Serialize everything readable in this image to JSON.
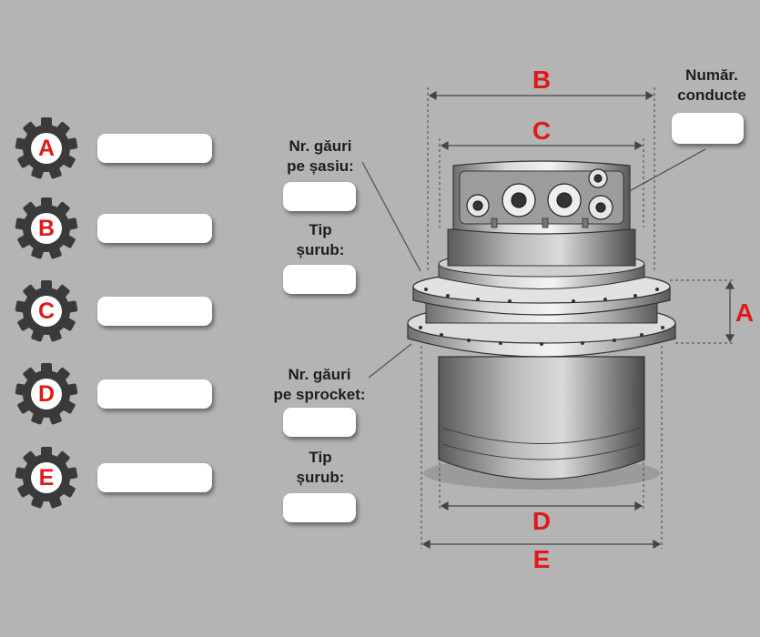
{
  "legend": [
    {
      "letter": "A"
    },
    {
      "letter": "B"
    },
    {
      "letter": "C"
    },
    {
      "letter": "D"
    },
    {
      "letter": "E"
    }
  ],
  "labels": {
    "num_conducte": [
      "Număr.",
      "conducte"
    ],
    "gauri_sasiu": [
      "Nr. găuri",
      "pe șasiu:"
    ],
    "tip_surub_1": [
      "Tip",
      "șurub:"
    ],
    "gauri_sprocket": [
      "Nr. găuri",
      "pe sprocket:"
    ],
    "tip_surub_2": [
      "Tip",
      "șurub:"
    ]
  },
  "dimensions": {
    "A": "A",
    "B": "B",
    "C": "C",
    "D": "D",
    "E": "E"
  },
  "colors": {
    "background": "#b4b4b4",
    "accent": "#e01a1a",
    "gear": "#3a3a3a",
    "field": "#ffffff"
  }
}
